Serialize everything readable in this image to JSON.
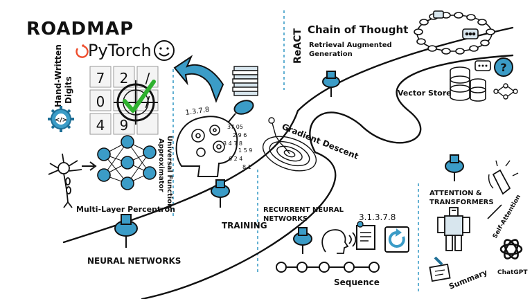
{
  "title": "ROADMAP",
  "labels": {
    "hand_written_digits": [
      "Hand-Written",
      "Digits"
    ],
    "pytorch": "PyTorch",
    "digits": [
      "7",
      "2",
      "/",
      "0",
      "/",
      "4",
      "9"
    ],
    "universal_function": [
      "Universal Function",
      "Approximator"
    ],
    "multi_layer_perceptron": "Multi-Layer Perceptron",
    "neural_networks": "NEURAL NETWORKS",
    "training": "TRAINING",
    "gradient_descent": "Gradient Descent",
    "recurrent": [
      "RECURRENT NEURAL",
      "NETWORKS"
    ],
    "sequence": "Sequence",
    "sequence_numbers": "3.1.3.7.8",
    "brain_numbers": "1.3.7.8",
    "react": "ReACT",
    "chain_of_thought": "Chain of Thought",
    "retrieval": [
      "Retrieval Augmented",
      "Generation"
    ],
    "vector_store": "Vector Store",
    "attention": [
      "ATTENTION &",
      "TRANSFORMERS"
    ],
    "self_attention": "Self-Attention",
    "chatgpt": "ChatGPT",
    "summary": "Summary"
  },
  "colors": {
    "accent": "#3b9cc7",
    "accent_dark": "#1f6f96",
    "check": "#2fb12f",
    "pytorch": "#ee4c2c",
    "ink": "#111111"
  }
}
